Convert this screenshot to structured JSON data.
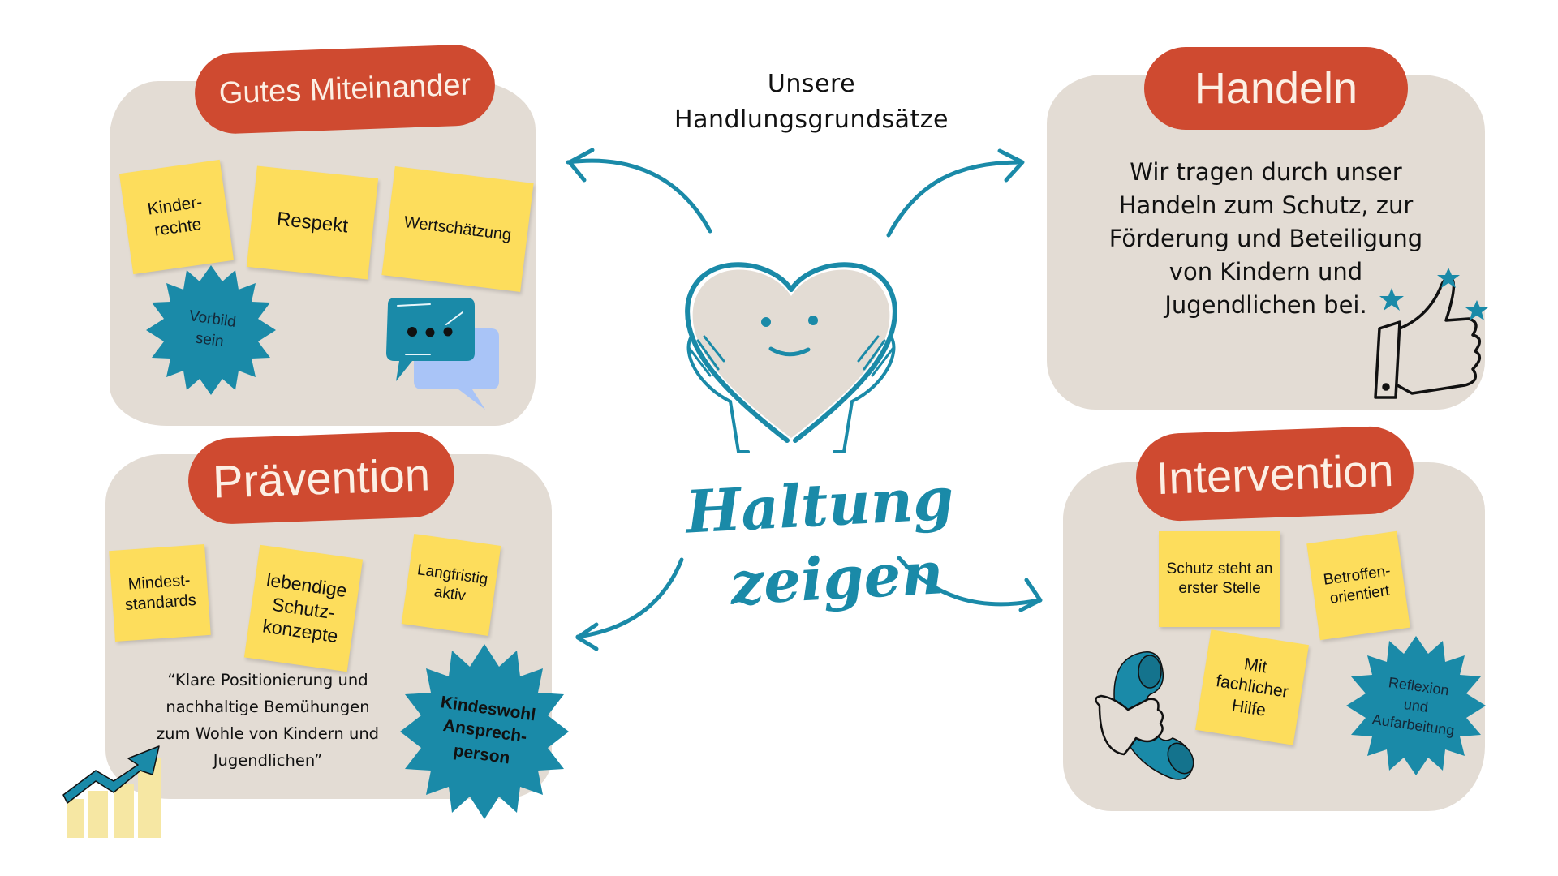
{
  "center": {
    "title_line1": "Unsere",
    "title_line2": "Handlungsgrundsätze",
    "motto_line1": "Haltung",
    "motto_line2": "zeigen"
  },
  "colors": {
    "banner_red": "#cf4a30",
    "panel_beige": "#e3dcd4",
    "sticky_yellow": "#fddd5c",
    "accent_teal": "#1a8aa8",
    "bubble_lilac": "#a9c4f7"
  },
  "sections": {
    "gutes_miteinander": {
      "title": "Gutes Miteinander",
      "notes": [
        "Kinder-\nrechte",
        "Respekt",
        "Wertschätzung"
      ],
      "badge": "Vorbild\nsein",
      "icon": "speech-bubbles-icon"
    },
    "handeln": {
      "title": "Handeln",
      "text_lines": [
        "Wir tragen durch unser",
        "Handeln zum Schutz, zur",
        "Förderung und Beteiligung",
        "von Kindern und",
        "Jugendlichen bei."
      ],
      "icon": "thumbs-up-icon"
    },
    "praevention": {
      "title": "Prävention",
      "notes": [
        "Mindest-\nstandards",
        "lebendige\nSchutz-\nkonzepte",
        "Langfristig\naktiv"
      ],
      "quote_lines": [
        "“Klare Positionierung und",
        "nachhaltige Bemühungen",
        "zum Wohle von Kindern und",
        "Jugendlichen”"
      ],
      "badge": "Kindeswohl\nAnsprech-\nperson",
      "icon": "growth-chart-icon"
    },
    "intervention": {
      "title": "Intervention",
      "notes": [
        "Schutz steht an\nerster Stelle",
        "Betroffen-\norientiert",
        "Mit\nfachlicher\nHilfe"
      ],
      "badge": "Reflexion\nund\nAufarbeitung",
      "icon": "telephone-icon"
    }
  }
}
